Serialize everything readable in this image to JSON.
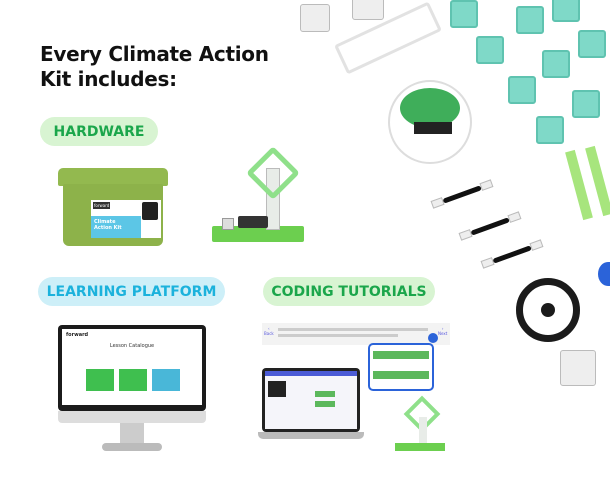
{
  "heading": {
    "line1": "Every Climate Action",
    "line2": "Kit includes:"
  },
  "sections": {
    "hardware": {
      "label": "HARDWARE",
      "kit_box": {
        "brand": "forward",
        "name_line1": "Climate",
        "name_line2": "Action Kit"
      }
    },
    "learning_platform": {
      "label": "LEARNING PLATFORM",
      "screen": {
        "brand": "forward",
        "page_title": "Lesson Catalogue"
      }
    },
    "coding_tutorials": {
      "label": "CODING TUTORIALS",
      "nav": {
        "back": "Back",
        "next": "Next"
      }
    }
  },
  "colors": {
    "green_pill": "#d8f4d2",
    "green_text": "#1ba64b",
    "blue_pill": "#cdeff8",
    "blue_text": "#1bb2dc",
    "kit_green": "#8db24a",
    "teal_part": "#7fd9c8"
  }
}
